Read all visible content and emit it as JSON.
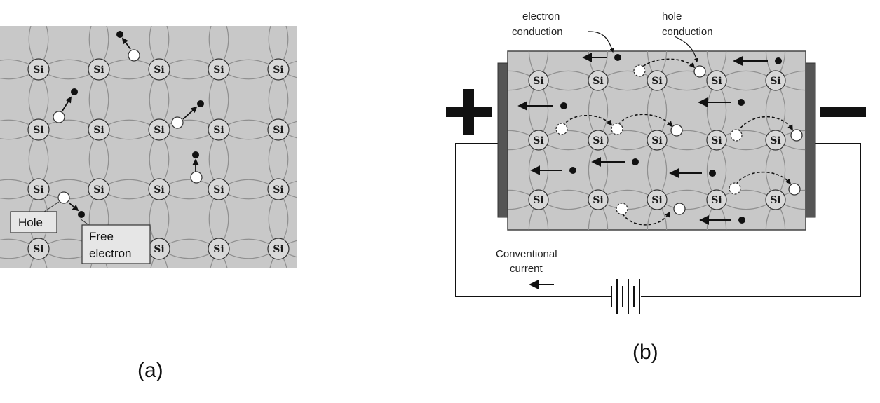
{
  "panel_a": {
    "atom_label": "Si",
    "hole_label": "Hole",
    "free_electron_label_line1": "Free",
    "free_electron_label_line2": "electron",
    "caption": "(a)"
  },
  "panel_b": {
    "atom_label": "Si",
    "electron_conduction_line1": "electron",
    "electron_conduction_line2": "conduction",
    "hole_conduction_line1": "hole",
    "hole_conduction_line2": "conduction",
    "conventional_current_line1": "Conventional",
    "conventional_current_line2": "current",
    "plus_terminal": "+",
    "minus_terminal": "−",
    "caption": "(b)"
  },
  "colors": {
    "lattice_bg": "#c8c8c8",
    "electrode": "#555555",
    "line": "#111111"
  }
}
